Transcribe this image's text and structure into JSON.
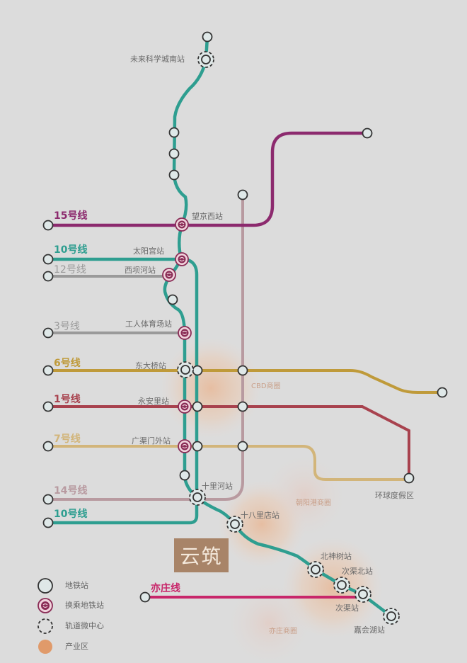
{
  "colors": {
    "background": "#dcdcdc",
    "line10": "#2e9e90",
    "line15": "#8c2a6e",
    "line12": "#8e8e8e",
    "line3": "#8e8e8e",
    "line6": "#bf9a3a",
    "line1": "#a8424e",
    "line7": "#d2b57a",
    "line14": "#b89aa0",
    "yizhuang": "#c8266a",
    "industry_zone": "#e8a27a"
  },
  "lines": [
    {
      "id": "15",
      "label": "15号线",
      "color": "#8c2a6e"
    },
    {
      "id": "10a",
      "label": "10号线",
      "color": "#2e9e90"
    },
    {
      "id": "12",
      "label": "12号线",
      "color": "#9a9a9a"
    },
    {
      "id": "3",
      "label": "3号线",
      "color": "#9a9a9a"
    },
    {
      "id": "6",
      "label": "6号线",
      "color": "#bf9a3a"
    },
    {
      "id": "1",
      "label": "1号线",
      "color": "#a8424e"
    },
    {
      "id": "7",
      "label": "7号线",
      "color": "#d2b57a"
    },
    {
      "id": "14",
      "label": "14号线",
      "color": "#b89aa0"
    },
    {
      "id": "10b",
      "label": "10号线",
      "color": "#2e9e90"
    },
    {
      "id": "yz",
      "label": "亦庄线",
      "color": "#c8266a"
    }
  ],
  "stations": [
    {
      "name": "未来科学城南站",
      "type": "hub"
    },
    {
      "name": "望京西站",
      "type": "transfer"
    },
    {
      "name": "太阳宫站",
      "type": "transfer"
    },
    {
      "name": "西坝河站",
      "type": "transfer"
    },
    {
      "name": "工人体育场站",
      "type": "transfer"
    },
    {
      "name": "东大桥站",
      "type": "hub"
    },
    {
      "name": "永安里站",
      "type": "transfer"
    },
    {
      "name": "广渠门外站",
      "type": "transfer"
    },
    {
      "name": "十里河站",
      "type": "hub"
    },
    {
      "name": "十八里店站",
      "type": "hub"
    },
    {
      "name": "北神树站",
      "type": "hub"
    },
    {
      "name": "次渠北站",
      "type": "hub"
    },
    {
      "name": "次渠站",
      "type": "hub"
    },
    {
      "name": "嘉会湖站",
      "type": "hub"
    },
    {
      "name": "环球度假区",
      "type": "station"
    }
  ],
  "zones": [
    {
      "name": "CBD商圈"
    },
    {
      "name": "朝阳港商圈"
    },
    {
      "name": "亦庄商圈"
    }
  ],
  "project": {
    "name": "云筑"
  },
  "legend": [
    {
      "icon": "station",
      "label": "地铁站"
    },
    {
      "icon": "transfer",
      "label": "换乘地铁站"
    },
    {
      "icon": "hub",
      "label": "轨道微中心"
    },
    {
      "icon": "zone",
      "label": "产业区"
    }
  ]
}
